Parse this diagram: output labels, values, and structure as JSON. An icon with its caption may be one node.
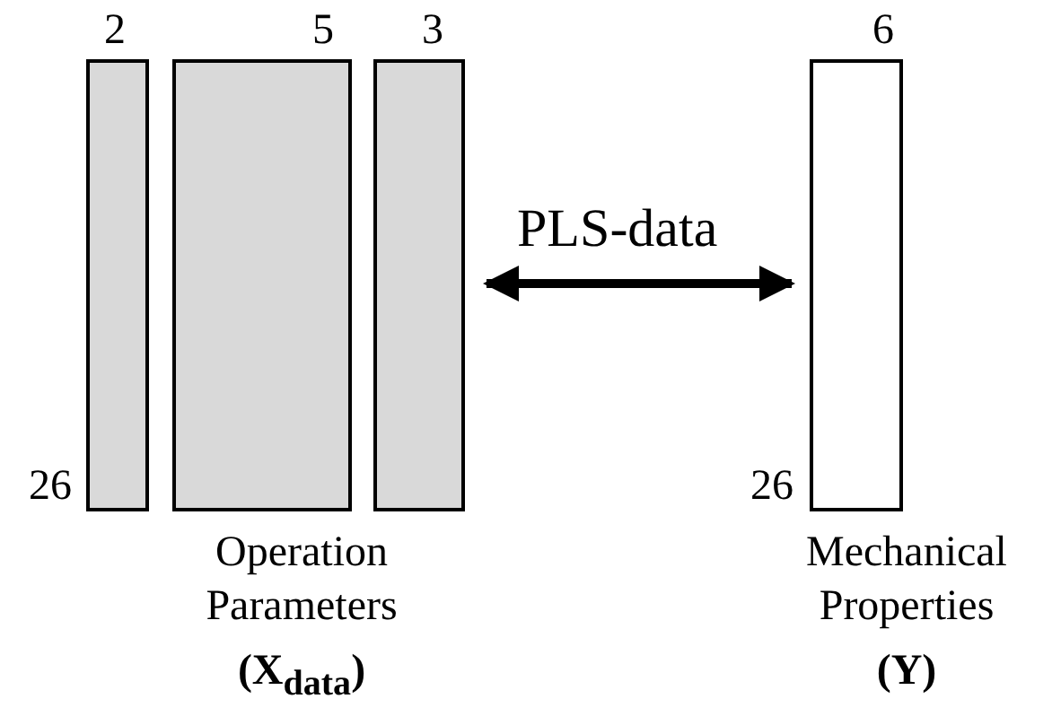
{
  "diagram": {
    "nodes": [
      {
        "text": [],
        "shape": "bar",
        "beside": [
          "2",
          "26"
        ]
      },
      {
        "text": [],
        "shape": "bar",
        "beside": [
          "5"
        ]
      },
      {
        "text": [],
        "shape": "bar",
        "beside": [
          "3"
        ]
      },
      {
        "text": [],
        "shape": "bar",
        "beside": [
          "6",
          "26"
        ]
      }
    ],
    "edges": [
      {
        "from": 2,
        "to": 3,
        "arrow": "both",
        "label": "PLS-data"
      }
    ],
    "labels": [
      "Operation Parameters",
      "Mechanical Properties",
      "(X$_{data}$)",
      "(Y)"
    ]
  }
}
